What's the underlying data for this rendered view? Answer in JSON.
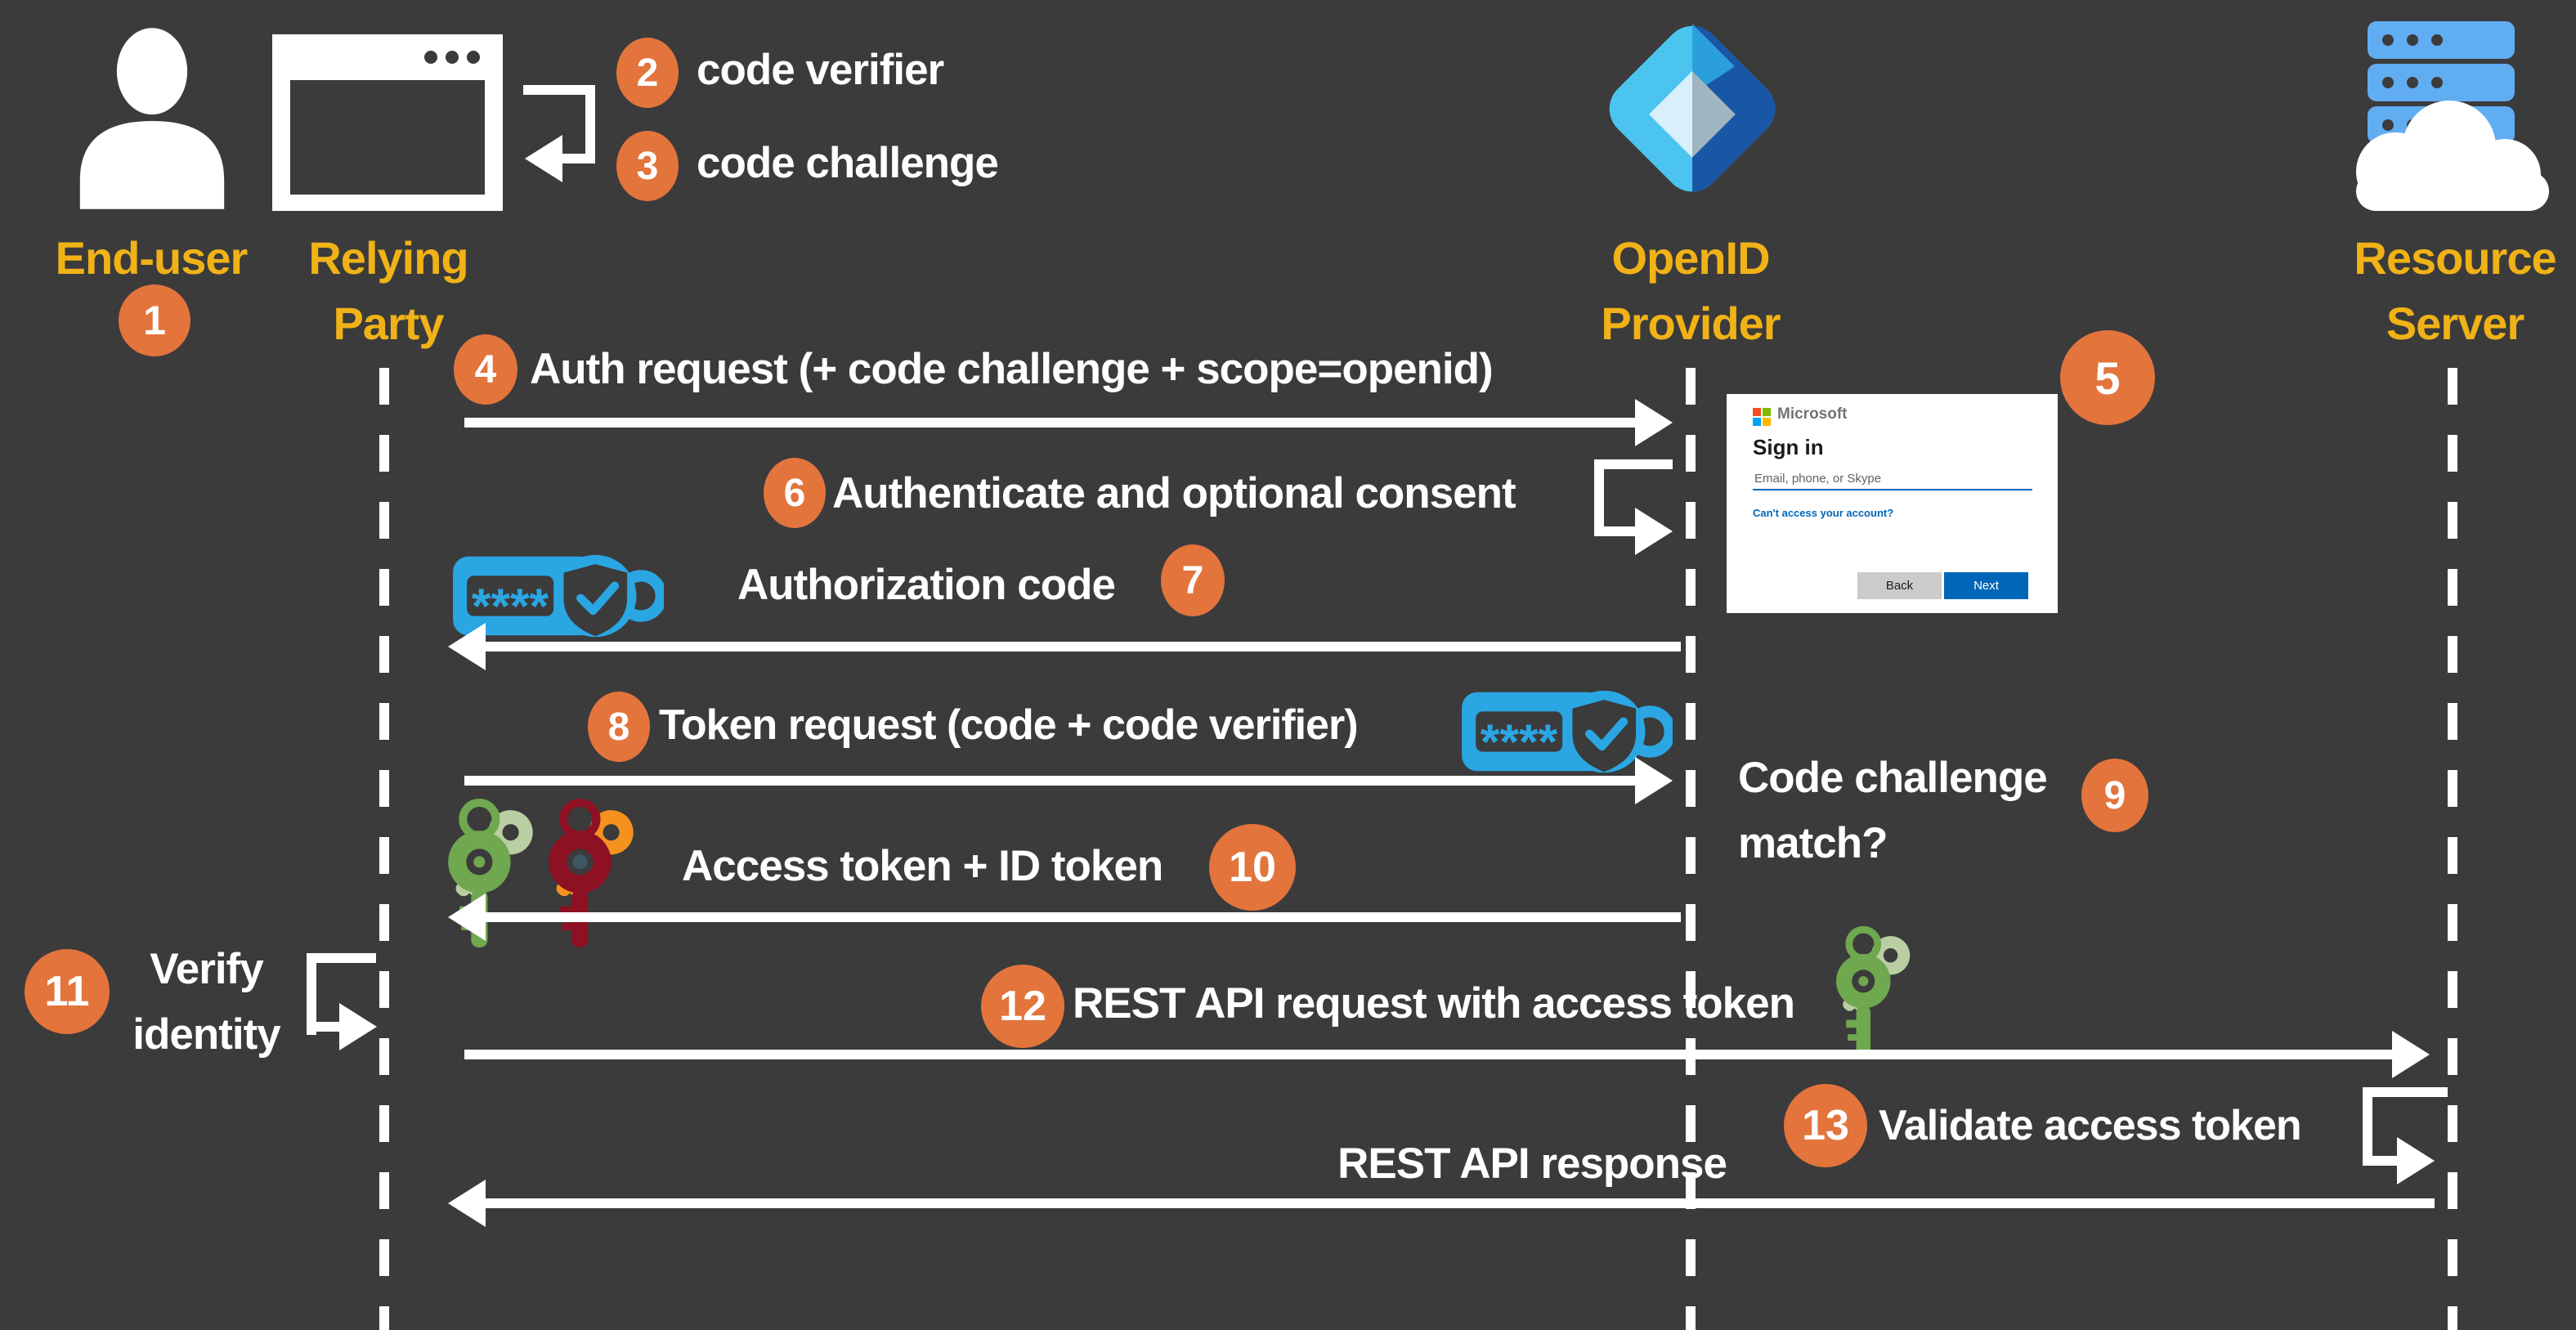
{
  "colors": {
    "background": "#3b3b3c",
    "yellow": "#f0b216",
    "orange": "#e3743c",
    "white": "#ffffff",
    "token_blue": "#2aa6e3",
    "server_blue": "#61adf2",
    "azure_light": "#4cc4f0",
    "azure_dark": "#1956a5",
    "azure_mid": "#2b9fd9",
    "azure_inner_light": "#d8f0fb",
    "azure_inner_gray": "#9fb5bf",
    "key_green": "#6fa84f",
    "key_pale_green": "#b9cfa3",
    "key_maroon": "#8e1023",
    "key_orange": "#f5921e",
    "key_slate": "#3e5663",
    "ms_blue": "#0067b8"
  },
  "actors": {
    "end_user": {
      "name": "End-user",
      "badge": "1"
    },
    "relying_party": {
      "name_lines": [
        "Relying",
        "Party"
      ]
    },
    "openid_provider": {
      "name_lines": [
        "OpenID",
        "Provider"
      ]
    },
    "resource_server": {
      "name_lines": [
        "Resource",
        "Server"
      ]
    }
  },
  "steps": {
    "s2": {
      "badge": "2",
      "label": "code verifier"
    },
    "s3": {
      "badge": "3",
      "label": "code challenge"
    },
    "s4": {
      "badge": "4",
      "label": "Auth request (+ code challenge + scope=openid)"
    },
    "s5": {
      "badge": "5"
    },
    "s6": {
      "badge": "6",
      "label": "Authenticate and optional consent"
    },
    "s7": {
      "badge": "7",
      "label": "Authorization code"
    },
    "s8": {
      "badge": "8",
      "label": "Token request (code + code verifier)"
    },
    "s9": {
      "badge": "9",
      "label_lines": [
        "Code challenge",
        "match?"
      ]
    },
    "s10": {
      "badge": "10",
      "label": "Access token + ID token"
    },
    "s11": {
      "badge": "11",
      "label_lines": [
        "Verify",
        "identity"
      ]
    },
    "s12": {
      "badge": "12",
      "label": "REST API request with access token"
    },
    "s13": {
      "badge": "13",
      "label": "Validate access token"
    },
    "rest_response": {
      "label": "REST API response"
    }
  },
  "icons": {
    "token_mask": "****"
  },
  "signin_dialog": {
    "brand": "Microsoft",
    "title": "Sign in",
    "input_placeholder": "Email, phone, or Skype",
    "link": "Can't access your account?",
    "back_button": "Back",
    "next_button": "Next"
  }
}
